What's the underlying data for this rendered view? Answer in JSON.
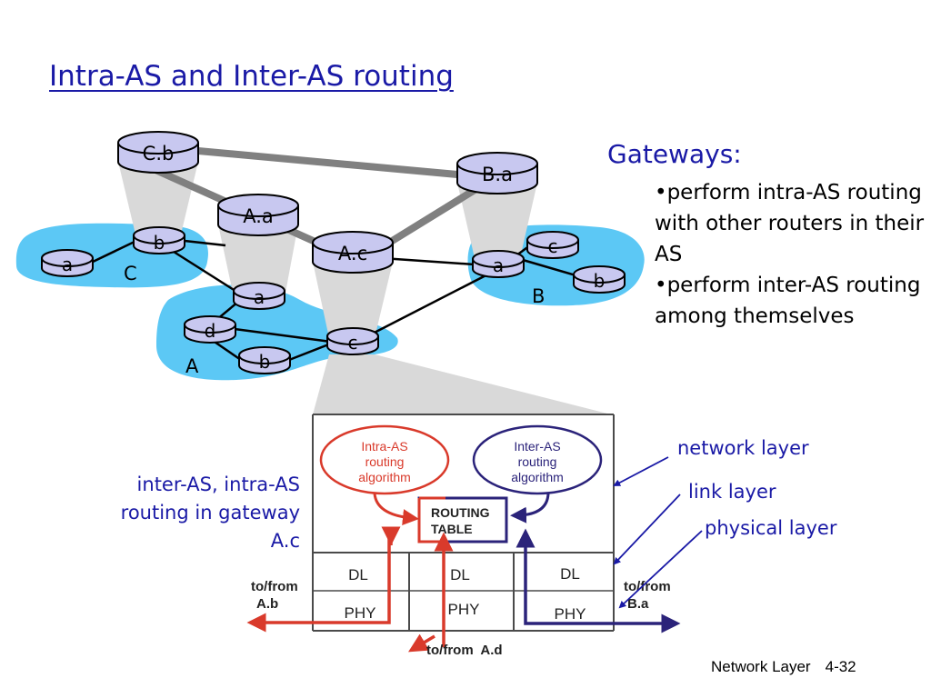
{
  "title": "Intra-AS and Inter-AS routing",
  "gateways": {
    "heading": "Gateways:",
    "bullets": [
      "•perform intra-AS routing with other routers in their AS",
      "•perform inter-AS routing among themselves"
    ]
  },
  "routers": {
    "Cb": "C.b",
    "Ba": "B.a",
    "Aa": "A.a",
    "Ac": "A.c",
    "C_b": "b",
    "C_a": "a",
    "A_a": "a",
    "A_d": "d",
    "A_b": "b",
    "A_c": "c",
    "B_a": "a",
    "B_c": "c",
    "B_b": "b"
  },
  "as_labels": {
    "A": "A",
    "B": "B",
    "C": "C"
  },
  "gateway_box": {
    "intra_as": [
      "Intra-AS",
      "routing",
      "algorithm"
    ],
    "inter_as": [
      "Inter-AS",
      "routing",
      "algorithm"
    ],
    "routing_table": [
      "ROUTING",
      "TABLE"
    ],
    "dl": "DL",
    "phy": "PHY",
    "to_from_ab": [
      "to/from",
      "A.b"
    ],
    "to_from_ba": [
      "to/from",
      "B.a"
    ],
    "to_from_ad": "to/from  A.d"
  },
  "side_labels": {
    "inter_intra": "inter-AS, intra-AS routing in gateway A.c",
    "network_layer": "network layer",
    "link_layer": "link layer",
    "physical_layer": "physical layer"
  },
  "footer": {
    "section": "Network Layer",
    "page": "4-32"
  },
  "colors": {
    "title": "#1a1aa6",
    "as_cloud": "#5cc8f5",
    "router_fill": "#c8c8f0",
    "intra_as": "#d93a2b",
    "inter_as": "#2b237a",
    "link_gray": "#808080"
  }
}
